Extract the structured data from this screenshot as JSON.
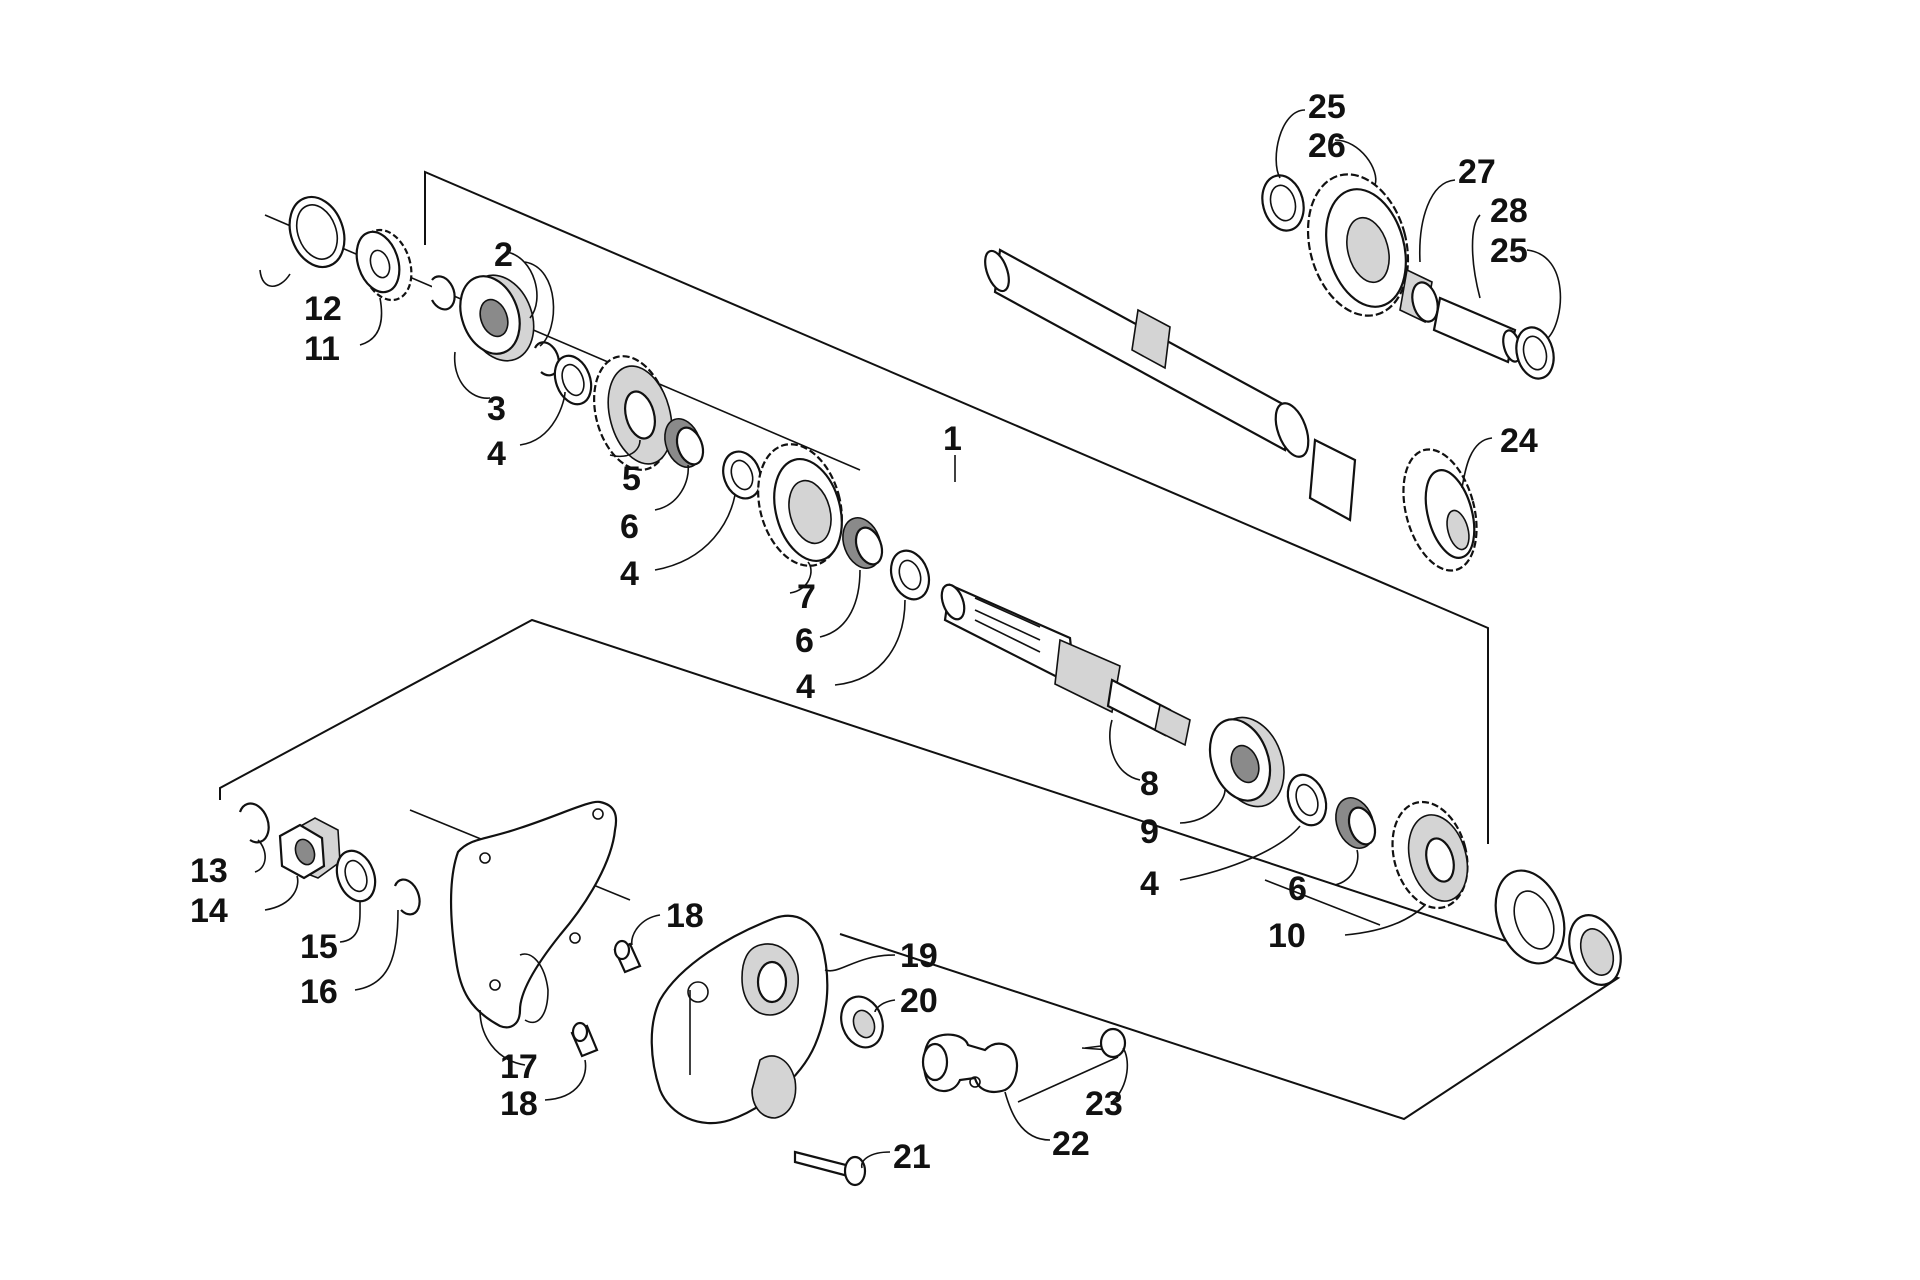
{
  "labels": {
    "l1": "1",
    "l2": "2",
    "l3": "3",
    "l4a": "4",
    "l4b": "4",
    "l4c": "4",
    "l4d": "4",
    "l5": "5",
    "l6a": "6",
    "l6b": "6",
    "l6c": "6",
    "l7": "7",
    "l8": "8",
    "l9": "9",
    "l10": "10",
    "l11": "11",
    "l12": "12",
    "l13": "13",
    "l14": "14",
    "l15": "15",
    "l16": "16",
    "l17": "17",
    "l18a": "18",
    "l18b": "18",
    "l19": "19",
    "l20": "20",
    "l21": "21",
    "l22": "22",
    "l23": "23",
    "l24": "24",
    "l25a": "25",
    "l25b": "25",
    "l26": "26",
    "l27": "27",
    "l28": "28"
  }
}
